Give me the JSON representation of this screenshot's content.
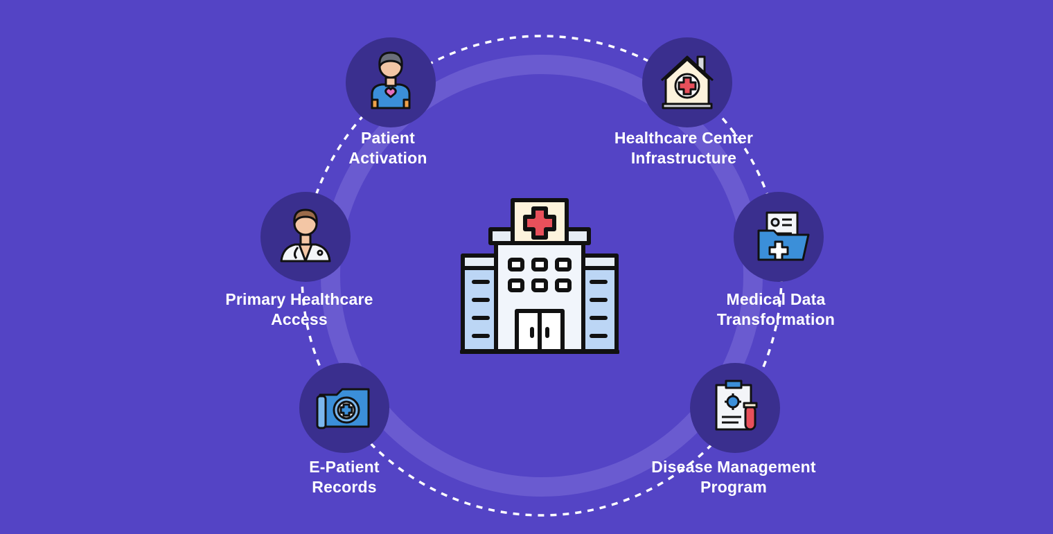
{
  "diagram": {
    "center": {
      "icon": "hospital-building-icon"
    },
    "nodes": [
      {
        "id": "patient-activation",
        "icon": "patient-icon",
        "line1": "Patient",
        "line2": "Activation"
      },
      {
        "id": "healthcare-center-infrastructure",
        "icon": "clinic-house-icon",
        "line1": "Healthcare Center",
        "line2": "Infrastructure"
      },
      {
        "id": "primary-healthcare-access",
        "icon": "doctor-icon",
        "line1": "Primary Healthcare",
        "line2": "Access"
      },
      {
        "id": "medical-data-transformation",
        "icon": "medical-folder-icon",
        "line1": "Medical Data",
        "line2": "Transformation"
      },
      {
        "id": "e-patient-records",
        "icon": "records-folder-icon",
        "line1": "E-Patient",
        "line2": "Records"
      },
      {
        "id": "disease-management-program",
        "icon": "clipboard-test-tube-icon",
        "line1": "Disease Management",
        "line2": "Program"
      }
    ]
  },
  "colors": {
    "background": "#5444c5",
    "node_fill": "#3a2f8e",
    "inner_ring": "#6a5bd0",
    "dashed_ring": "#ffffff",
    "accent_red": "#e8505b",
    "accent_blue": "#3b8fd9"
  }
}
